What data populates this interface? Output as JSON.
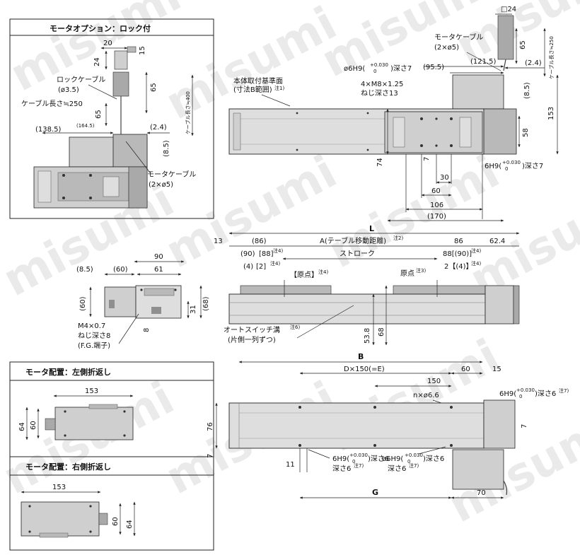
{
  "watermark": "misumi",
  "panel_lock": {
    "title": "モータオプション：ロック付",
    "d20": "20",
    "d15": "15",
    "d24": "24",
    "d65": "65",
    "lock_cable": "ロックケーブル",
    "lock_cable_dia": "(ø3.5)",
    "cable_len_label": "ケーブル長さ≒250",
    "cable_len_400": "ケーブル長さ≒400",
    "d1385": "(138.5)",
    "d1645": "(164.5)",
    "d24b": "(2.4)",
    "d85": "(8.5)",
    "motor_cable": "モータケーブル",
    "motor_cable_dia": "(2×ø5)"
  },
  "top_view": {
    "d24sq": "□24",
    "motor_cable": "モータケーブル",
    "motor_cable_dia": "(2×ø5)",
    "cable_len_250": "ケーブル長さ≒250",
    "d65": "65",
    "base_label1": "本体取付基準面",
    "base_label2": "(寸法B範囲)",
    "note1": "注1)",
    "d1215": "(121.5)",
    "d955": "(95.5)",
    "d24": "(2.4)",
    "hole_spec": "ø6H9(",
    "tol_up": "+0.030",
    "tol_low": "0",
    "depth7": ")深さ7",
    "tap_spec": "4×M8×1.25",
    "tap_depth": "ねじ深さ13",
    "d85": "(8.5)",
    "d153": "153",
    "d58": "58",
    "d74": "74",
    "d7": "7",
    "d30": "30",
    "d60": "60",
    "d106": "106",
    "d170": "(170)",
    "hole_spec2": "6H9("
  },
  "side_view": {
    "L": "L",
    "d13": "13",
    "d86p": "(86)",
    "A_label": "A(テーブル移動距離)",
    "note2": "注2)",
    "d86": "86",
    "d624": "62.4",
    "d90": "(90)",
    "d88": "[88]",
    "note4": "注4)",
    "stroke": "ストローク",
    "d88b": "88[(90)]",
    "d4": "(4)",
    "d2": "[2]",
    "origin": "【原点】",
    "origin2": "原点",
    "note3": "注3)",
    "d2b": "2【(4)】",
    "d538": "53.8",
    "d68": "68",
    "auto_switch": "オートスイッチ溝",
    "note6": "注6)",
    "one_side": "(片側一列ずつ)"
  },
  "end_view": {
    "d90": "90",
    "d85": "(8.5)",
    "d60p": "(60)",
    "d61": "61",
    "d60": "(60)",
    "d31": "31",
    "d68": "(68)",
    "d8": "8",
    "m4": "M4×0.7",
    "m4_depth": "ねじ深さ8",
    "fg": "(F.G.端子)"
  },
  "panel_left": {
    "title": "モータ配置：左側折返し",
    "d153": "153",
    "d64": "64",
    "d60": "60"
  },
  "panel_right": {
    "title": "モータ配置：右側折返し",
    "d153": "153",
    "d60": "60",
    "d64": "64"
  },
  "bottom_view": {
    "B": "B",
    "D_label": "D×150(=E)",
    "d60": "60",
    "d15": "15",
    "d150": "150",
    "n_holes": "n×ø6.6",
    "hole_spec": "6H9(",
    "tol_up": "+0.030",
    "tol_low": "0",
    "depth6": ")深さ6",
    "note7": "注7)",
    "d76": "76",
    "d7": "7",
    "d11": "11",
    "depth6b": "深さ6",
    "G": "G",
    "d70": "70",
    "hole_spec_o": "ø6H9("
  }
}
